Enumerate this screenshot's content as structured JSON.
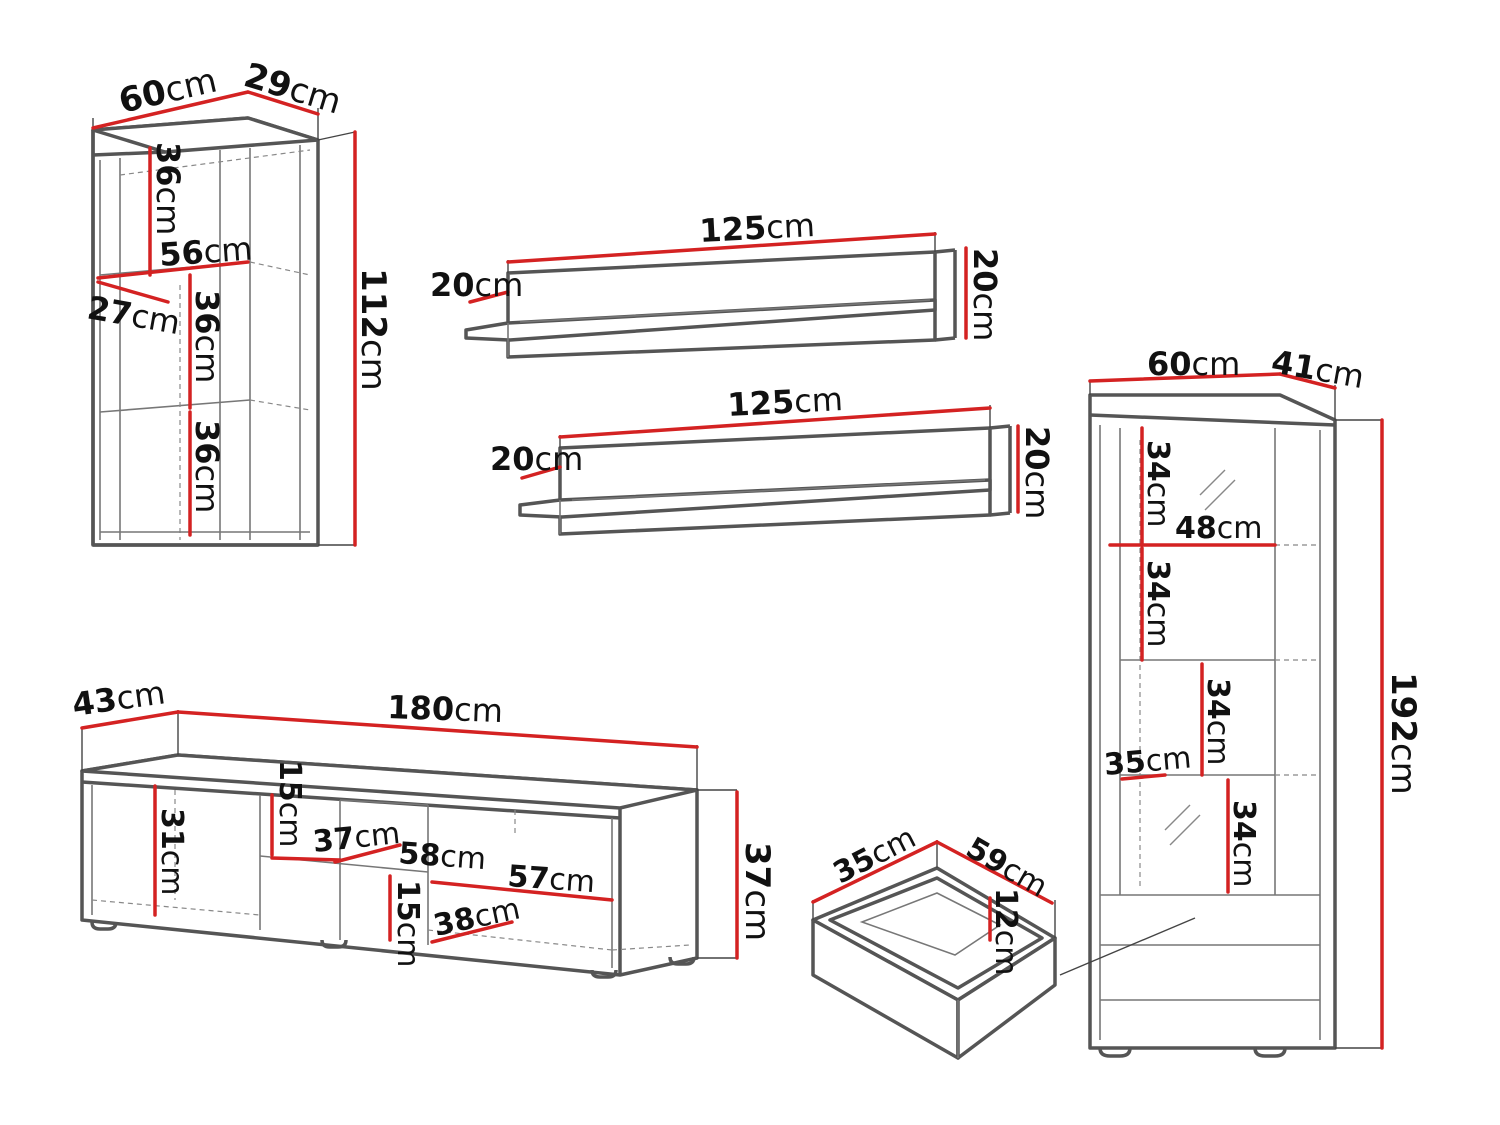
{
  "colors": {
    "dimension_line": "#d42222",
    "furniture_outline": "#555555",
    "background": "#ffffff"
  },
  "wall_cabinet": {
    "width": {
      "value": "60",
      "unit": "cm"
    },
    "depth": {
      "value": "29",
      "unit": "cm"
    },
    "height": {
      "value": "112",
      "unit": "cm"
    },
    "shelf_top": {
      "value": "36",
      "unit": "cm"
    },
    "shelf_width": {
      "value": "56",
      "unit": "cm"
    },
    "shelf_depth": {
      "value": "27",
      "unit": "cm"
    },
    "shelf_middle": {
      "value": "36",
      "unit": "cm"
    },
    "shelf_bottom": {
      "value": "36",
      "unit": "cm"
    }
  },
  "shelf_upper": {
    "width": {
      "value": "125",
      "unit": "cm"
    },
    "depth": {
      "value": "20",
      "unit": "cm"
    },
    "height": {
      "value": "20",
      "unit": "cm"
    }
  },
  "shelf_lower": {
    "width": {
      "value": "125",
      "unit": "cm"
    },
    "depth": {
      "value": "20",
      "unit": "cm"
    },
    "height": {
      "value": "20",
      "unit": "cm"
    }
  },
  "tall_cabinet": {
    "width": {
      "value": "60",
      "unit": "cm"
    },
    "depth": {
      "value": "41",
      "unit": "cm"
    },
    "height": {
      "value": "192",
      "unit": "cm"
    },
    "compartment_1": {
      "value": "34",
      "unit": "cm"
    },
    "shelf_width": {
      "value": "48",
      "unit": "cm"
    },
    "compartment_2": {
      "value": "34",
      "unit": "cm"
    },
    "compartment_3": {
      "value": "34",
      "unit": "cm"
    },
    "shelf_depth": {
      "value": "35",
      "unit": "cm"
    },
    "compartment_4": {
      "value": "34",
      "unit": "cm"
    }
  },
  "tv_unit": {
    "depth": {
      "value": "43",
      "unit": "cm"
    },
    "width": {
      "value": "180",
      "unit": "cm"
    },
    "height": {
      "value": "37",
      "unit": "cm"
    },
    "inner_height": {
      "value": "31",
      "unit": "cm"
    },
    "open_upper": {
      "value": "15",
      "unit": "cm"
    },
    "open_shelf_depth": {
      "value": "37",
      "unit": "cm"
    },
    "open_width": {
      "value": "58",
      "unit": "cm"
    },
    "compartment_width": {
      "value": "57",
      "unit": "cm"
    },
    "open_lower": {
      "value": "15",
      "unit": "cm"
    },
    "inner_depth": {
      "value": "38",
      "unit": "cm"
    }
  },
  "drawer": {
    "width": {
      "value": "35",
      "unit": "cm"
    },
    "depth": {
      "value": "59",
      "unit": "cm"
    },
    "height": {
      "value": "12",
      "unit": "cm"
    }
  }
}
